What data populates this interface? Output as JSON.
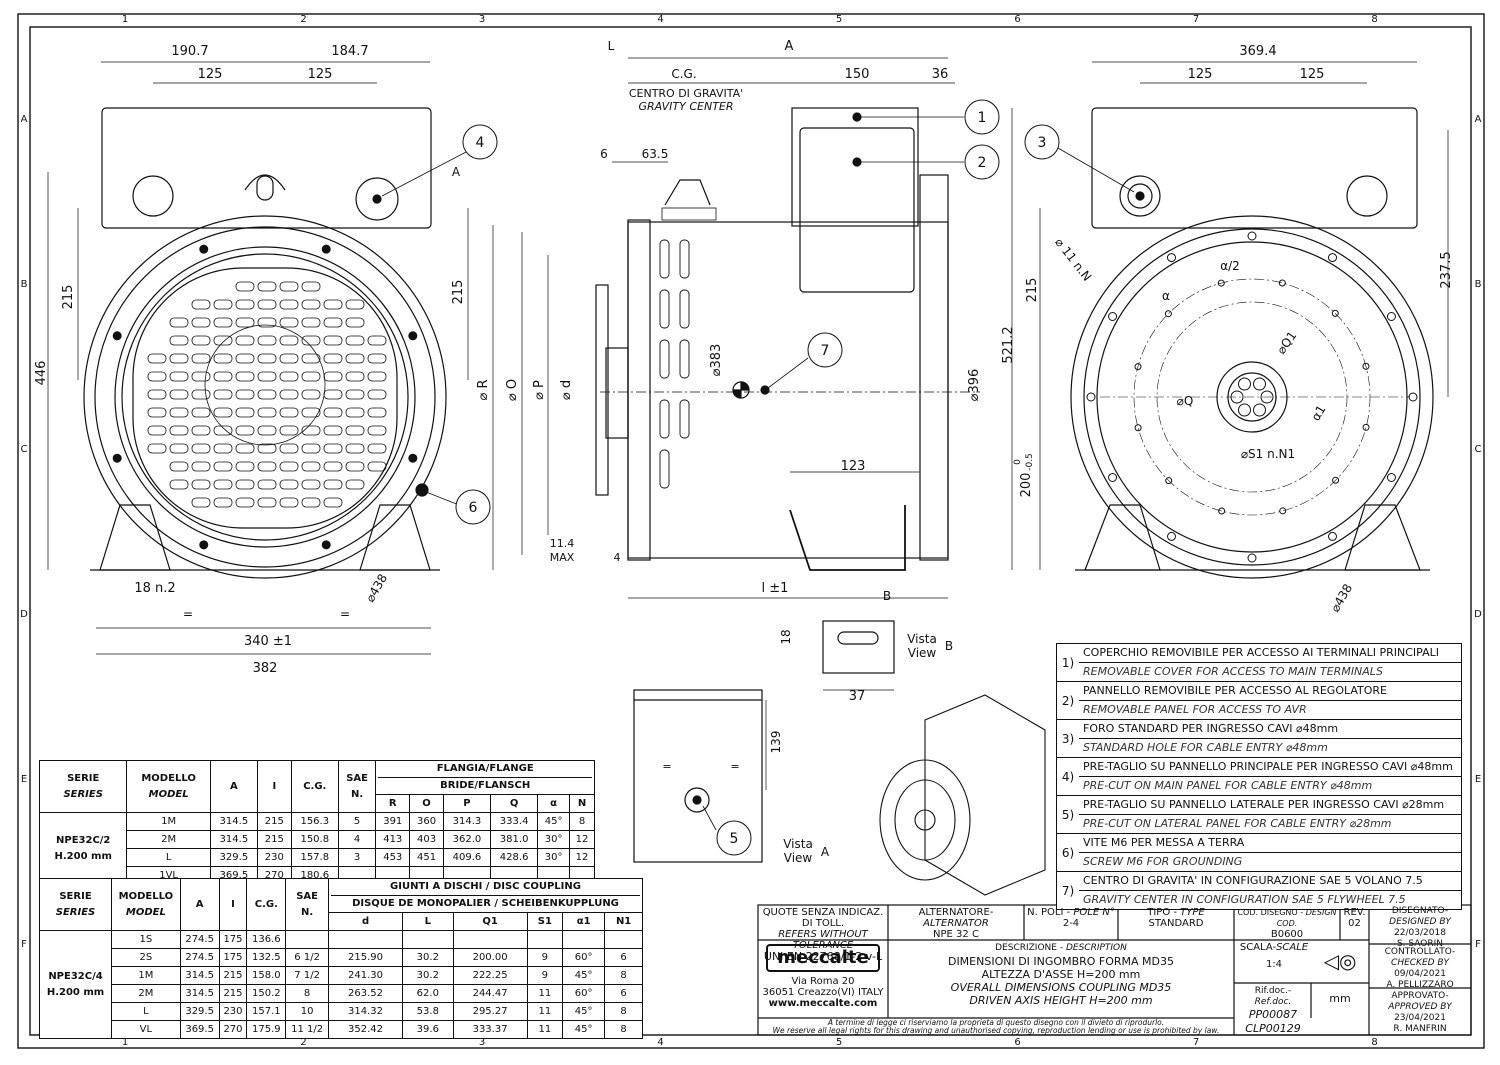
{
  "grid": {
    "columns": [
      "1",
      "2",
      "3",
      "4",
      "5",
      "6",
      "7",
      "8"
    ],
    "rows": [
      "A",
      "B",
      "C",
      "D",
      "E",
      "F"
    ]
  },
  "front_view": {
    "dims": {
      "left_width": "190.7",
      "right_width": "184.7",
      "bolt_left": "125",
      "bolt_right": "125",
      "height_215_left": "215",
      "height_215_right": "215",
      "overall_height": "446",
      "foot_slot": "18  n.2",
      "equal_left": "=",
      "equal_right": "=",
      "feet_span": "340 ±1",
      "overall_width": "382",
      "flange_dia": "⌀438",
      "section_marker": "A"
    },
    "callouts": [
      "4",
      "6"
    ]
  },
  "side_view": {
    "dims": {
      "L": "L",
      "A": "A",
      "cg": "C.G.",
      "cg_it": "CENTRO DI GRAVITA'",
      "cg_en": "GRAVITY CENTER",
      "w150": "150",
      "w36": "36",
      "w6": "6",
      "w63": "63.5",
      "phiR": "⌀ R",
      "phiO": "⌀ O",
      "phiP": "⌀ P",
      "phid": "⌀ d",
      "phi383": "⌀383",
      "phi396": "⌀396",
      "h521": "521.2",
      "max114": "11.4",
      "max_label": "MAX",
      "w4": "4",
      "w123": "123",
      "l1": "l ±1",
      "view_marker": "B"
    },
    "callouts": [
      "1",
      "2",
      "7"
    ]
  },
  "end_view": {
    "dims": {
      "overall": "369.4",
      "bolt_left": "125",
      "bolt_right": "125",
      "h215": "215",
      "h2375": "237.5",
      "shaft_h": "200",
      "shaft_tol_top": "0",
      "shaft_tol_bot": "-0.5",
      "holes": "⌀ 11 n.N",
      "alpha_half": "α/2",
      "alpha": "α",
      "phiQ1": "⌀Q1",
      "phiQ": "⌀Q",
      "alpha1": "α1",
      "phiS1": "⌀S1 n.N1",
      "flange": "⌀438"
    },
    "callouts": [
      "3"
    ]
  },
  "view_b": {
    "h18": "18",
    "w37": "37",
    "label1": "Vista",
    "label2": "View",
    "marker": "B"
  },
  "view_a": {
    "h139": "139",
    "eq1": "=",
    "eq2": "=",
    "label1": "Vista",
    "label2": "View",
    "marker": "A",
    "callout": "5"
  },
  "table_flange": {
    "head1": [
      "SERIE",
      "MODELLO",
      "A",
      "I",
      "C.G.",
      "SAE"
    ],
    "head1_it": [
      "SERIES",
      "MODEL"
    ],
    "sae_n": "N.",
    "title": "FLANGIA/FLANGE",
    "subtitle": "BRIDE/FLANSCH",
    "cols": [
      "R",
      "O",
      "P",
      "Q",
      "α",
      "N"
    ],
    "series_label": "NPE32C/2",
    "series_label2": "H.200  mm",
    "rows": [
      [
        "1M",
        "314.5",
        "215",
        "156.3",
        "5",
        "391",
        "360",
        "314.3",
        "333.4",
        "45°",
        "8"
      ],
      [
        "2M",
        "314.5",
        "215",
        "150.8",
        "4",
        "413",
        "403",
        "362.0",
        "381.0",
        "30°",
        "12"
      ],
      [
        "L",
        "329.5",
        "230",
        "157.8",
        "3",
        "453",
        "451",
        "409.6",
        "428.6",
        "30°",
        "12"
      ],
      [
        "1VL",
        "369.5",
        "270",
        "180.6",
        "",
        "",
        "",
        "",
        "",
        "",
        ""
      ]
    ]
  },
  "table_coupling": {
    "head1": [
      "SERIE",
      "MODELLO",
      "A",
      "I",
      "C.G.",
      "SAE"
    ],
    "head1_it": [
      "SERIES",
      "MODEL"
    ],
    "sae_n": "N.",
    "title": "GIUNTI A DISCHI  /  DISC COUPLING",
    "subtitle": "DISQUE DE MONOPALIER  /  SCHEIBENKUPPLUNG",
    "cols": [
      "d",
      "L",
      "Q1",
      "S1",
      "α1",
      "N1"
    ],
    "series_label": "NPE32C/4",
    "series_label2": "H.200  mm",
    "rows": [
      [
        "1S",
        "274.5",
        "175",
        "136.6",
        "",
        "",
        "",
        "",
        "",
        "",
        ""
      ],
      [
        "2S",
        "274.5",
        "175",
        "132.5",
        "6 1/2",
        "215.90",
        "30.2",
        "200.00",
        "9",
        "60°",
        "6"
      ],
      [
        "1M",
        "314.5",
        "215",
        "158.0",
        "7 1/2",
        "241.30",
        "30.2",
        "222.25",
        "9",
        "45°",
        "8"
      ],
      [
        "2M",
        "314.5",
        "215",
        "150.2",
        "8",
        "263.52",
        "62.0",
        "244.47",
        "11",
        "60°",
        "6"
      ],
      [
        "L",
        "329.5",
        "230",
        "157.1",
        "10",
        "314.32",
        "53.8",
        "295.27",
        "11",
        "45°",
        "8"
      ],
      [
        "VL",
        "369.5",
        "270",
        "175.9",
        "11 1/2",
        "352.42",
        "39.6",
        "333.37",
        "11",
        "45°",
        "8"
      ]
    ]
  },
  "notes": [
    {
      "n": "1)",
      "it": "COPERCHIO REMOVIBILE PER ACCESSO AI TERMINALI PRINCIPALI",
      "en": "REMOVABLE COVER FOR ACCESS TO MAIN TERMINALS"
    },
    {
      "n": "2)",
      "it": "PANNELLO REMOVIBILE PER ACCESSO AL REGOLATORE",
      "en": "REMOVABLE PANEL FOR ACCESS TO AVR"
    },
    {
      "n": "3)",
      "it": "FORO STANDARD PER INGRESSO CAVI ⌀48mm",
      "en": "STANDARD HOLE FOR CABLE ENTRY ⌀48mm"
    },
    {
      "n": "4)",
      "it": "PRE-TAGLIO SU PANNELLO PRINCIPALE PER INGRESSO CAVI ⌀48mm",
      "en": "PRE-CUT ON MAIN PANEL FOR CABLE ENTRY ⌀48mm"
    },
    {
      "n": "5)",
      "it": "PRE-TAGLIO SU PANNELLO LATERALE PER INGRESSO CAVI ⌀28mm",
      "en": "PRE-CUT ON LATERAL PANEL FOR CABLE ENTRY ⌀28mm"
    },
    {
      "n": "6)",
      "it": "VITE M6 PER MESSA A TERRA",
      "en": "SCREW M6 FOR GROUNDING"
    },
    {
      "n": "7)",
      "it": "CENTRO DI GRAVITA' IN CONFIGURAZIONE SAE 5 VOLANO 7.5",
      "en": "GRAVITY CENTER IN CONFIGURATION SAE 5 FLYWHEEL 7.5"
    }
  ],
  "title_block": {
    "tol_it": "QUOTE SENZA INDICAZ. DI TOLL.",
    "tol_en": "REFERS WITHOUT TOLERANCE",
    "tol_std": "UNI EN 22768/1-2 v-L",
    "alt_label": "ALTERNATORE-",
    "alt_label_en": "ALTERNATOR",
    "alt_value": "NPE  32 C",
    "poles_label": "N. POLI - ",
    "poles_label_en": "POLE N°",
    "poles_value": "2-4",
    "type_label": "TIPO - ",
    "type_label_en": "TYPE",
    "type_value": "STANDARD",
    "code_label": "COD. DISEGNO - ",
    "code_label_en": "DESIGN COD.",
    "code_value": "B0600",
    "rev_label": "REV.",
    "rev_value": "02",
    "designed_label": "DISEGNATO-",
    "designed_label_en": "DESIGNED BY",
    "designed_date": "22/03/2018",
    "designed_name": "S. SAORIN",
    "checked_label": "CONTROLLATO-",
    "checked_label_en": "CHECKED BY",
    "checked_date": "09/04/2021",
    "checked_name": "A. PELLIZZARO",
    "approved_label": "APPROVATO-",
    "approved_label_en": "APPROVED BY",
    "approved_date": "23/04/2021",
    "approved_name": "R. MANFRIN",
    "desc_label": "DESCRIZIONE - ",
    "desc_label_en": "DESCRIPTION",
    "desc_it1": "DIMENSIONI DI INGOMBRO FORMA MD35",
    "desc_it2": "ALTEZZA D'ASSE H=200 mm",
    "desc_en1": "OVERALL DIMENSIONS COUPLING MD35",
    "desc_en2": "DRIVEN AXIS HEIGHT H=200 mm",
    "scale_label": "SCALA-",
    "scale_label_en": "SCALE",
    "scale_value": "1:4",
    "unit": "mm",
    "ref_label": "Rif.doc.- ",
    "ref_label_en": "Ref.doc.",
    "ref1": "PP00087",
    "ref2": "CLP00129",
    "logo": "meccalte",
    "addr1": "Via Roma 20",
    "addr2": "36051 Creazzo(VI) ITALY",
    "web": "www.meccalte.com",
    "legal_it": "A termine di legge ci riserviamo la proprieta di questo disegno con il divieto di riprodurlo.",
    "legal_en": "We reserve all legal rights for this drawing and unauthorised copying, reproduction lending or use is prohibited by law."
  }
}
